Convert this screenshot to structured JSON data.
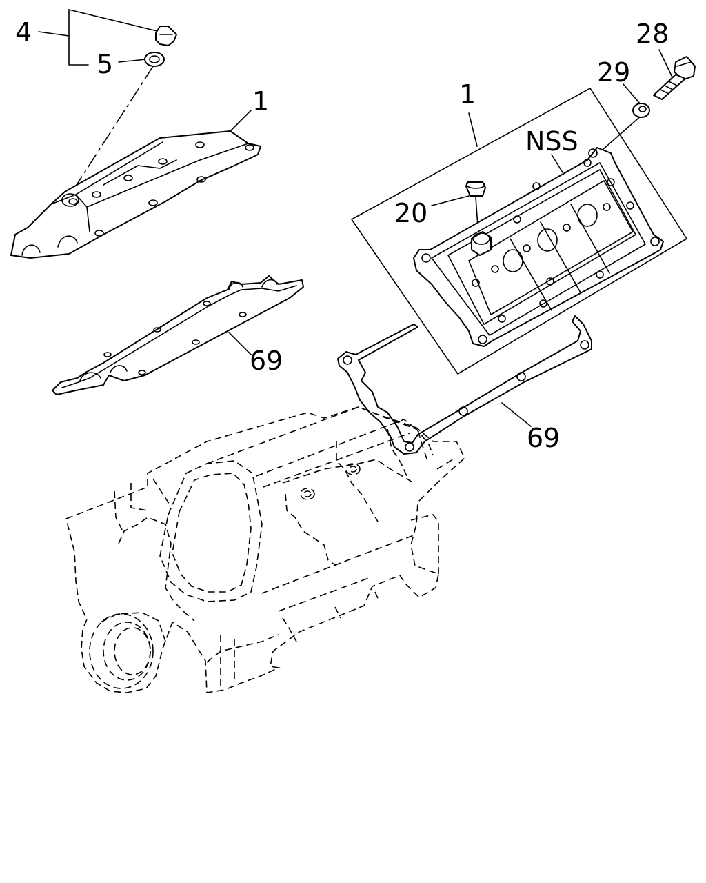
{
  "callouts": {
    "c4": "4",
    "c5": "5",
    "c1_left": "1",
    "c1_right": "1",
    "c28": "28",
    "c29": "29",
    "nss": "NSS",
    "c20": "20",
    "c69_left": "69",
    "c69_right": "69"
  }
}
